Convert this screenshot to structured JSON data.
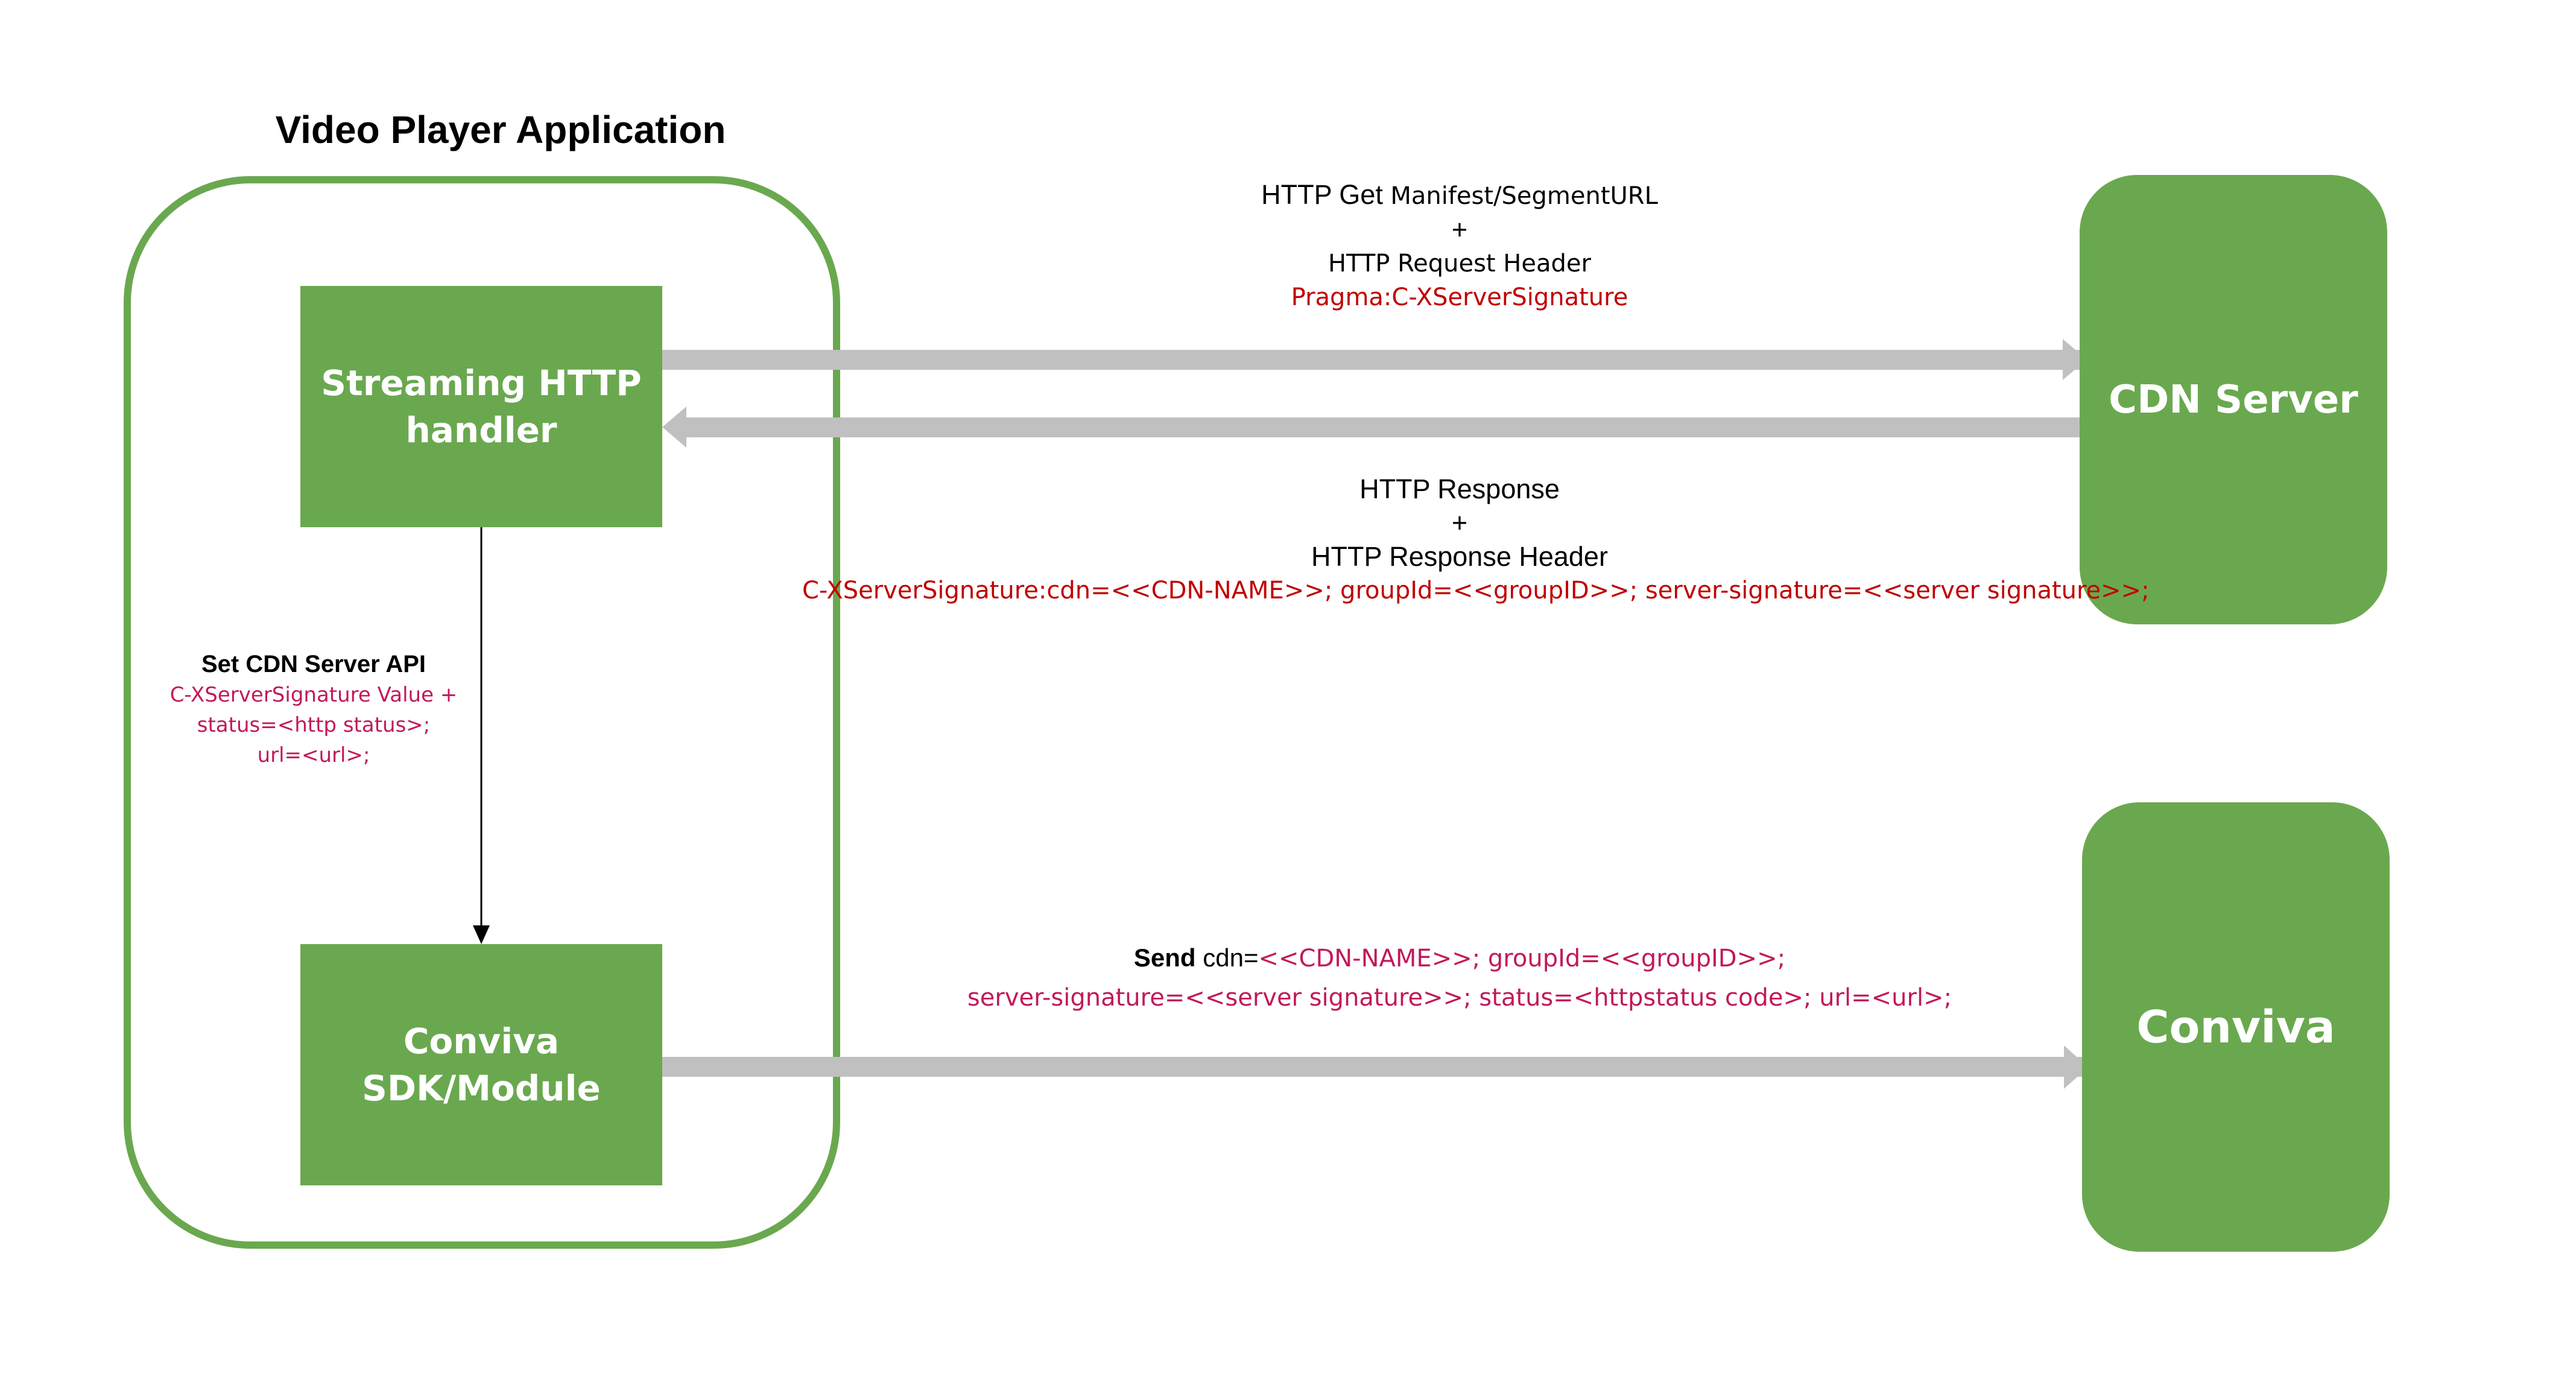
{
  "app": {
    "title": "Video Player Application"
  },
  "boxes": {
    "handler": {
      "line1": "Streaming HTTP",
      "line2": "handler"
    },
    "sdk": {
      "line1": "Conviva",
      "line2": "SDK/Module"
    },
    "cdn": "CDN Server",
    "conviva": "Conviva"
  },
  "request": {
    "prefix": "HTTP Get ",
    "target": "Manifest/SegmentURL",
    "plus": "+",
    "header": "HTTP Request Header",
    "pragma": "Pragma:C-XServerSignature"
  },
  "response": {
    "title": "HTTP Response",
    "plus": "+",
    "header": "HTTP Response Header",
    "signature": "C-XServerSignature:cdn=<<CDN-NAME>>; groupId=<<groupID>>; server-signature=<<server signature>>;"
  },
  "api": {
    "title": "Set CDN Server API",
    "line1": "C-XServerSignature Value +",
    "line2": "status=<http status>;",
    "line3": "url=<url>;"
  },
  "send": {
    "bold": "Send",
    "cdn_prefix": " cdn=",
    "line1_rest": "<<CDN-NAME>>; groupId=<<groupID>>;",
    "line2": "server-signature=<<server signature>>; status=<httpstatus code>; url=<url>;"
  },
  "colors": {
    "green": "#6aa84f",
    "arrow_gray": "#c0c0c0",
    "red": "#c00000",
    "pink": "#c2185b"
  }
}
